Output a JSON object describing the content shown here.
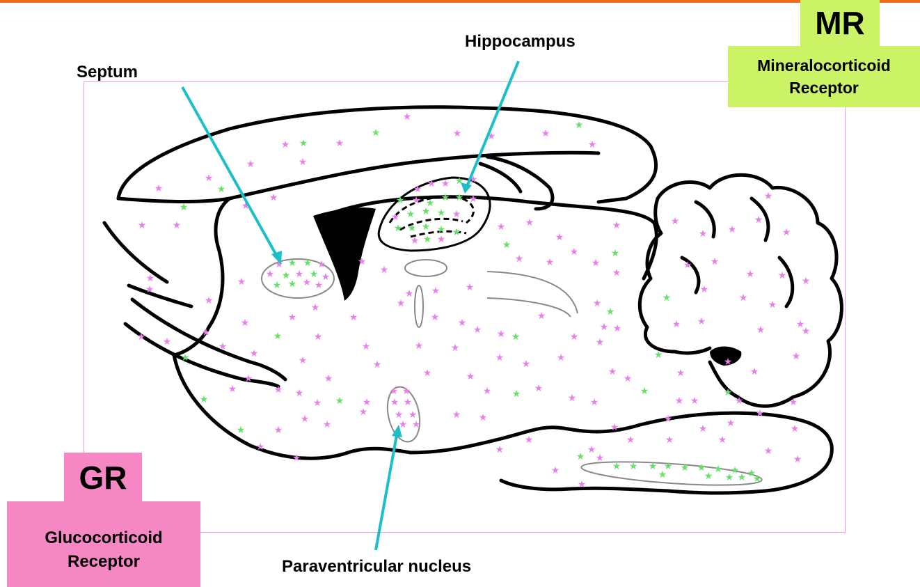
{
  "labels": {
    "septum": "Septum",
    "hippocampus": "Hippocampus",
    "paraventricular": "Paraventricular nucleus"
  },
  "legend": {
    "mr": {
      "abbr": "MR",
      "line1": "Mineralocorticoid",
      "line2": "Receptor",
      "color": "#ccf266"
    },
    "gr": {
      "abbr": "GR",
      "line1": "Glucocorticoid",
      "line2": "Receptor",
      "color": "#f588c4"
    }
  },
  "colors": {
    "gr_star": "#e880ec",
    "mr_star": "#66e066",
    "arrow": "#1bbfc8",
    "outline": "#000000",
    "region_outline": "#888888",
    "top_rule": "#f26a1b"
  }
}
